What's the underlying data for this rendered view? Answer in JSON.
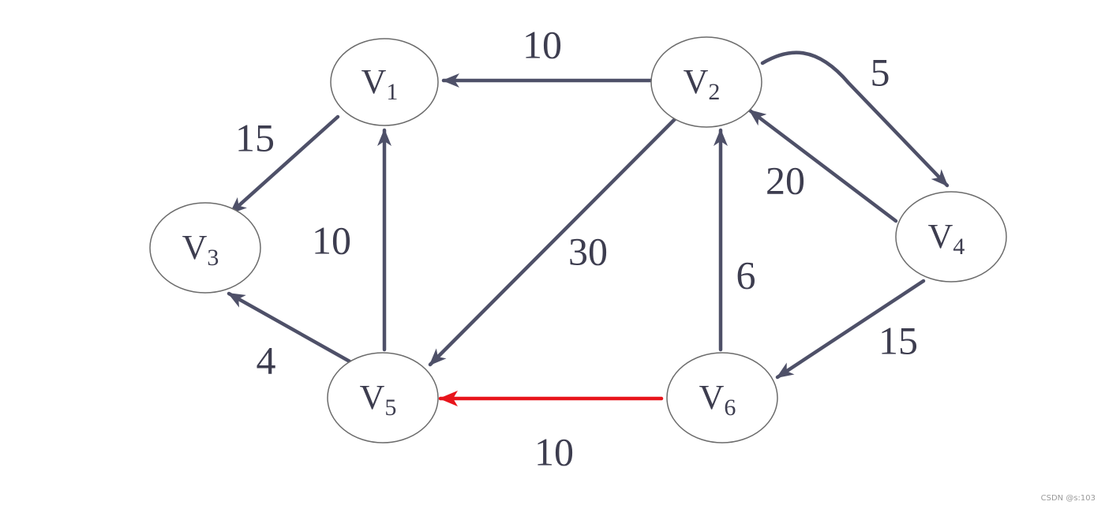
{
  "colors": {
    "edge": "#4e5068",
    "highlight": "#e8141b",
    "node_stroke": "#6b6b6b",
    "text": "#3d3d4f"
  },
  "nodes": [
    {
      "id": "V1",
      "base": "V",
      "sub": "1"
    },
    {
      "id": "V2",
      "base": "V",
      "sub": "2"
    },
    {
      "id": "V3",
      "base": "V",
      "sub": "3"
    },
    {
      "id": "V4",
      "base": "V",
      "sub": "4"
    },
    {
      "id": "V5",
      "base": "V",
      "sub": "5"
    },
    {
      "id": "V6",
      "base": "V",
      "sub": "6"
    }
  ],
  "edges": [
    {
      "from": "V2",
      "to": "V1",
      "weight": "10",
      "highlight": false
    },
    {
      "from": "V2",
      "to": "V4",
      "weight": "5",
      "highlight": false
    },
    {
      "from": "V4",
      "to": "V2",
      "weight": "20",
      "highlight": false
    },
    {
      "from": "V1",
      "to": "V3",
      "weight": "15",
      "highlight": false
    },
    {
      "from": "V5",
      "to": "V1",
      "weight": "10",
      "highlight": false
    },
    {
      "from": "V2",
      "to": "V5",
      "weight": "30",
      "highlight": false
    },
    {
      "from": "V6",
      "to": "V2",
      "weight": "6",
      "highlight": false
    },
    {
      "from": "V4",
      "to": "V6",
      "weight": "15",
      "highlight": false
    },
    {
      "from": "V5",
      "to": "V3",
      "weight": "4",
      "highlight": false
    },
    {
      "from": "V6",
      "to": "V5",
      "weight": "10",
      "highlight": true
    }
  ],
  "watermark": "CSDN @s:103"
}
